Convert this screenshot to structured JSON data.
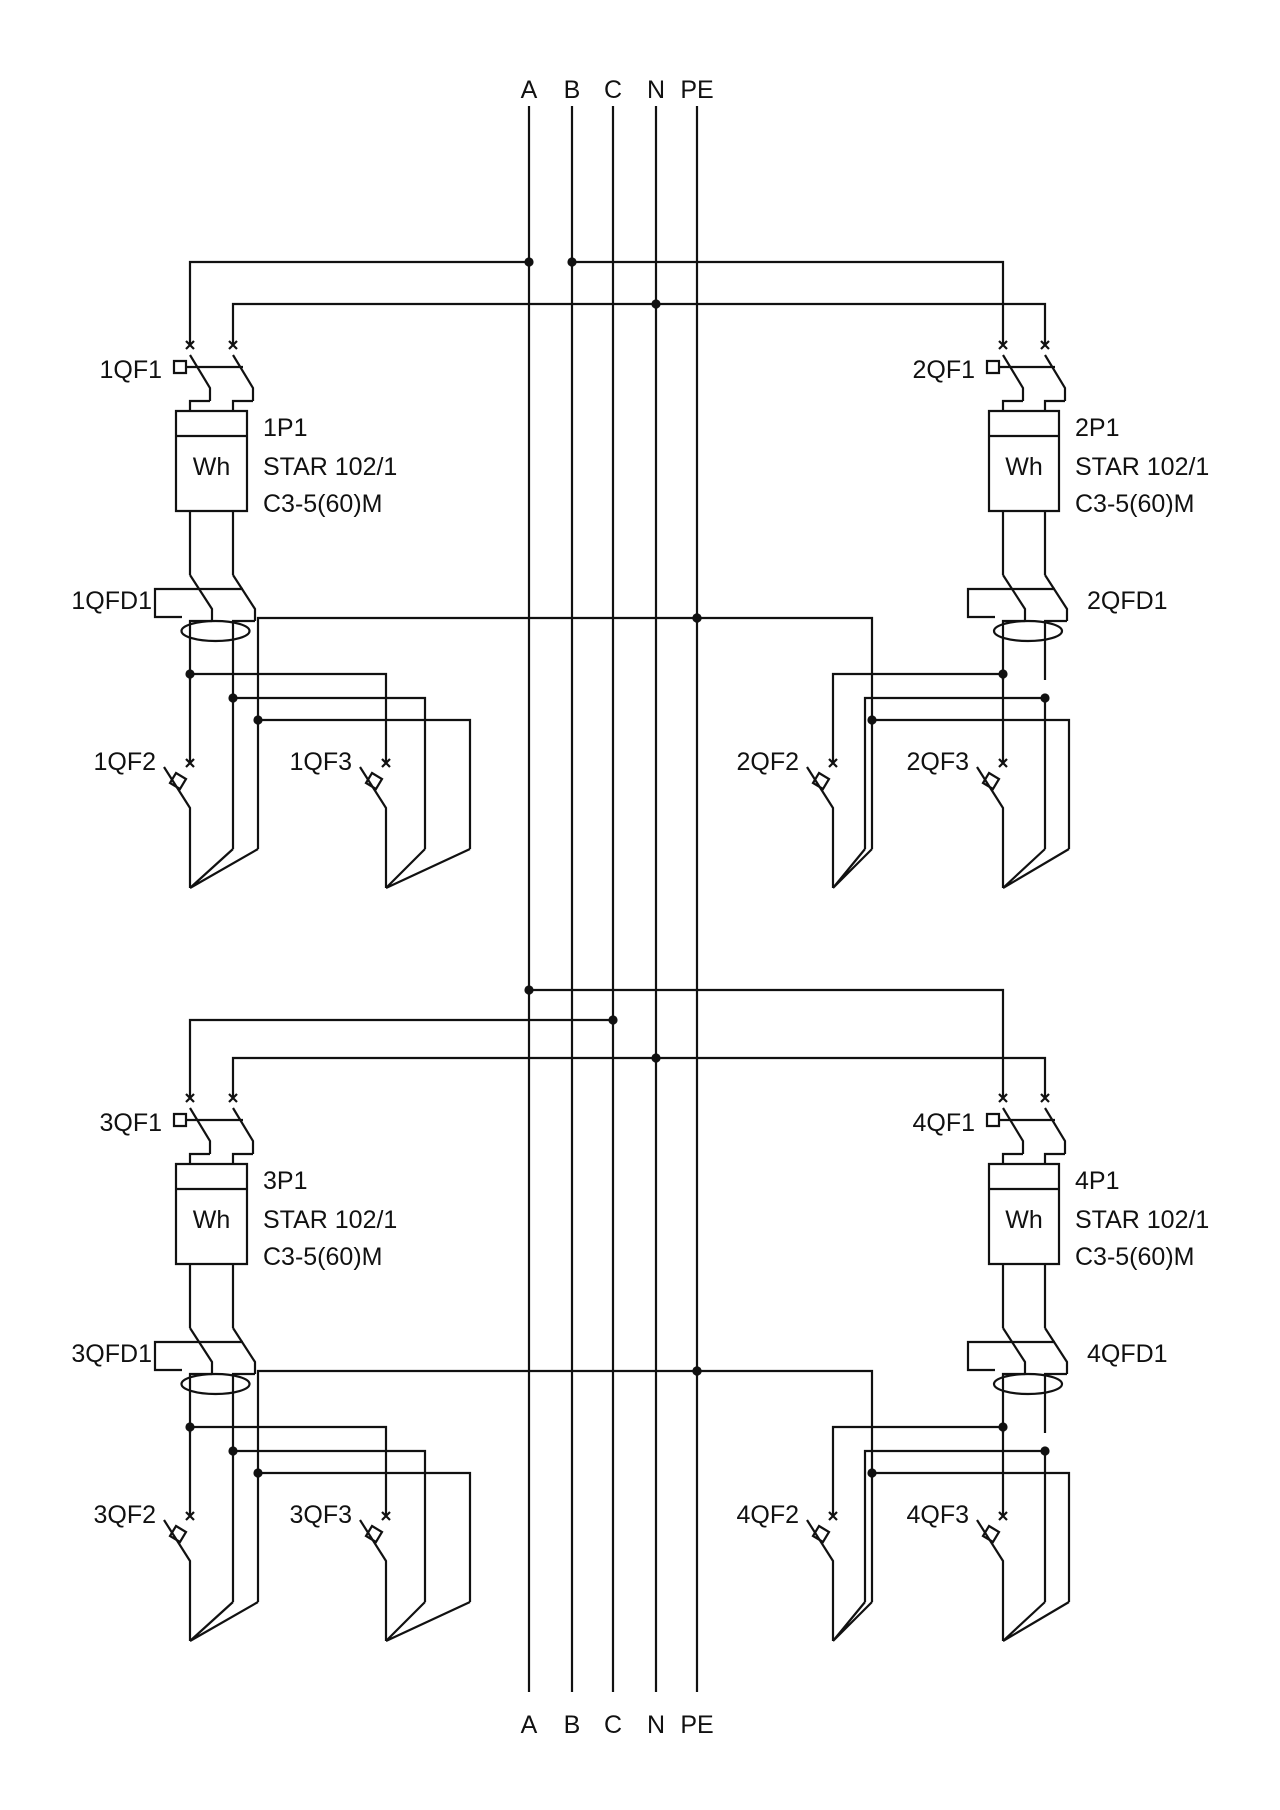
{
  "colors": {
    "line": "#111111",
    "background": "#ffffff"
  },
  "buses": [
    "A",
    "B",
    "C",
    "N",
    "PE"
  ],
  "bus_labels": {
    "top": [
      "A",
      "B",
      "C",
      "N",
      "PE"
    ],
    "bottom": [
      "A",
      "B",
      "C",
      "N",
      "PE"
    ]
  },
  "units": [
    {
      "breaker": "1QF1",
      "meter_id": "1P1",
      "meter_model": "STAR 102/1",
      "meter_rating": "C3-5(60)M",
      "meter_symbol": "Wh",
      "rcbo": "1QFD1",
      "branch_1": "1QF2",
      "branch_2": "1QF3",
      "phase": "A"
    },
    {
      "breaker": "2QF1",
      "meter_id": "2P1",
      "meter_model": "STAR 102/1",
      "meter_rating": "C3-5(60)M",
      "meter_symbol": "Wh",
      "rcbo": "2QFD1",
      "branch_1": "2QF2",
      "branch_2": "2QF3",
      "phase": "B"
    },
    {
      "breaker": "3QF1",
      "meter_id": "3P1",
      "meter_model": "STAR 102/1",
      "meter_rating": "C3-5(60)M",
      "meter_symbol": "Wh",
      "rcbo": "3QFD1",
      "branch_1": "3QF2",
      "branch_2": "3QF3",
      "phase": "C"
    },
    {
      "breaker": "4QF1",
      "meter_id": "4P1",
      "meter_model": "STAR 102/1",
      "meter_rating": "C3-5(60)M",
      "meter_symbol": "Wh",
      "rcbo": "4QFD1",
      "branch_1": "4QF2",
      "branch_2": "4QF3",
      "phase": "A"
    }
  ]
}
